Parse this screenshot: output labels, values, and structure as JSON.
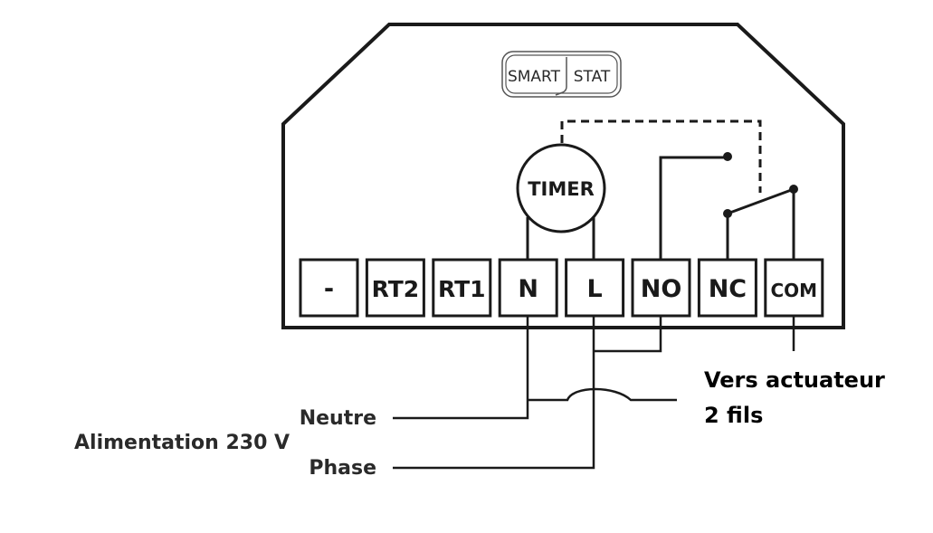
{
  "logo": {
    "left": "SMART",
    "right": "STAT"
  },
  "timer_label": "TIMER",
  "terminals": [
    {
      "id": "minus",
      "label": "-"
    },
    {
      "id": "rt2",
      "label": "RT2"
    },
    {
      "id": "rt1",
      "label": "RT1"
    },
    {
      "id": "n",
      "label": "N"
    },
    {
      "id": "l",
      "label": "L"
    },
    {
      "id": "no",
      "label": "NO"
    },
    {
      "id": "nc",
      "label": "NC"
    },
    {
      "id": "com",
      "label": "COM"
    }
  ],
  "supply": {
    "title": "Alimentation 230 V",
    "neutral": "Neutre",
    "phase": "Phase"
  },
  "actuator": {
    "line1": "Vers actuateur",
    "line2": "2 fils"
  },
  "colors": {
    "stroke": "#1a1a1a",
    "background": "#ffffff"
  }
}
